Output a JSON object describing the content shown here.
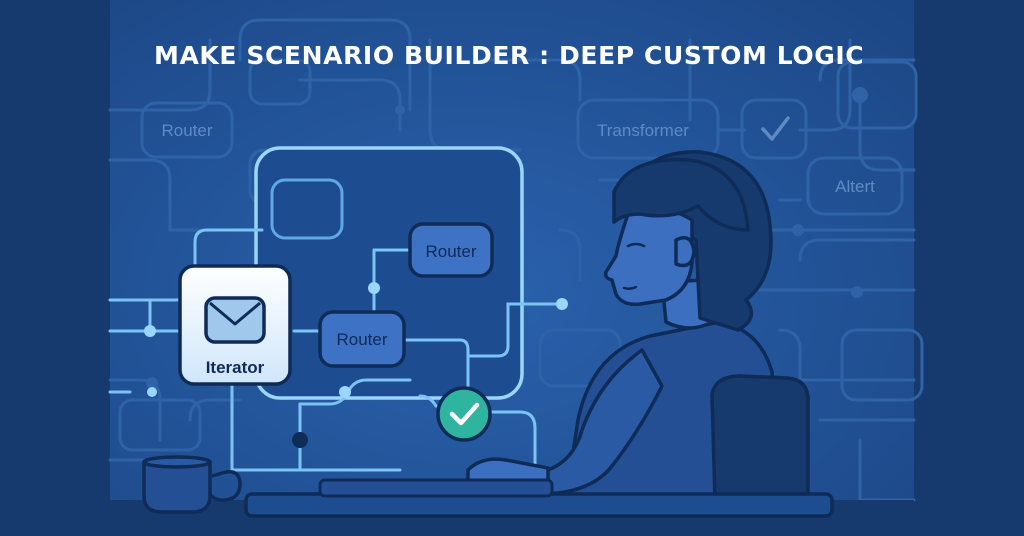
{
  "header": {
    "title": "MAKE SCENARIO BUILDER : DEEP CUSTOM LOGIC"
  },
  "background_labels": {
    "router": "Router",
    "transformer": "Transformer",
    "alert": "Altert"
  },
  "modules": {
    "router_top": "Router",
    "router_middle": "Router",
    "iterator": "Iterator"
  },
  "icons": {
    "background_check": "check-icon",
    "success_check": "check-circle-icon",
    "iterator": "envelope-icon",
    "mug": "mug-icon"
  },
  "colors": {
    "outer_background": "#173a6e",
    "panel_background": "#1f4f91",
    "node_fill": "#3d72c4",
    "accent_light": "#9ad6ff",
    "success_green": "#2fb4a0",
    "dark_navy": "#0f2b57",
    "title_text": "#ffffff"
  }
}
